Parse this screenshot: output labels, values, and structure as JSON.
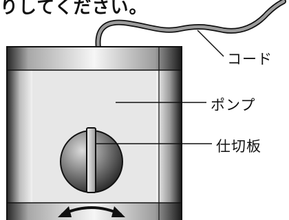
{
  "caption": "りしてください。",
  "labels": {
    "cord": "コード",
    "pump": "ポンプ",
    "divider": "仕切板"
  }
}
